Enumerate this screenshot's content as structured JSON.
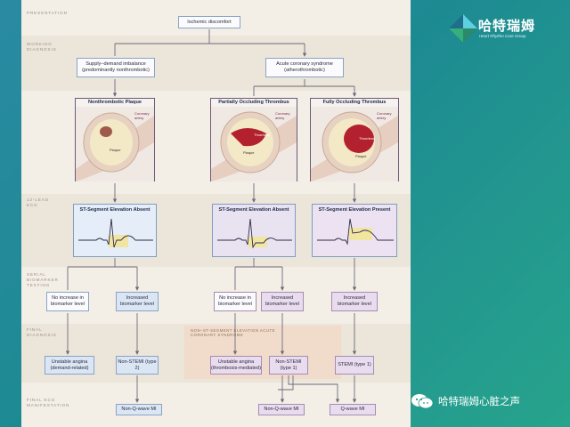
{
  "sections": {
    "presentation": "PRESENTATION",
    "working_diagnosis": "WORKING DIAGNOSIS",
    "ecg": "12-LEAD ECG",
    "biomarker": "SERIAL BIOMARKER TESTING",
    "final_diagnosis": "FINAL DIAGNOSIS",
    "final_ecg": "FINAL ECG MANIFESTATION"
  },
  "presentation": {
    "label": "Ischemic discomfort"
  },
  "working": {
    "left": "Supply–demand imbalance (predominantly nonthrombotic)",
    "right": "Acute coronary syndrome (atherothrombotic)"
  },
  "plaques": [
    {
      "title": "Nonthrombotic Plaque",
      "labels": {
        "plaque": "Plaque",
        "lumen": "Coronary artery"
      }
    },
    {
      "title": "Partially Occluding Thrombus",
      "labels": {
        "thrombus": "Thrombus",
        "plaque": "Plaque",
        "lumen": "Coronary artery"
      }
    },
    {
      "title": "Fully Occluding Thrombus",
      "labels": {
        "thrombus": "Thrombus",
        "plaque": "Plaque",
        "lumen": "Coronary artery"
      }
    }
  ],
  "ecg_panels": [
    {
      "title": "ST-Segment Elevation Absent"
    },
    {
      "title": "ST-Segment Elevation Absent"
    },
    {
      "title": "ST-Segment Elevation Present"
    }
  ],
  "biomarkers": [
    "No increase in biomarker level",
    "Increased biomarker level",
    "No increase in biomarker level",
    "Increased biomarker level",
    "Increased biomarker level"
  ],
  "final_note": "NON–ST-SEGMENT ELEVATION ACUTE CORONARY SYNDROME",
  "final_diagnoses": [
    "Unstable angina (demand-related)",
    "Non-STEMI (type 2)",
    "Unstable angina (thrombosis-mediated)",
    "Non-STEMI (type 1)",
    "STEMI (type 1)"
  ],
  "final_ecg": [
    "Non-Q-wave MI",
    "Non-Q-wave MI",
    "Q-wave MI"
  ],
  "brand": {
    "name": "哈特瑞姆",
    "subtitle": "Heart Rhythm Care Group"
  },
  "watermark": "哈特瑞姆心脏之声",
  "colors": {
    "background": "#1d8a92",
    "panel": "#f4efe7",
    "box_blue": "#dbe6f4",
    "box_purple": "#e9dcef",
    "thrombus": "#b3212e"
  }
}
